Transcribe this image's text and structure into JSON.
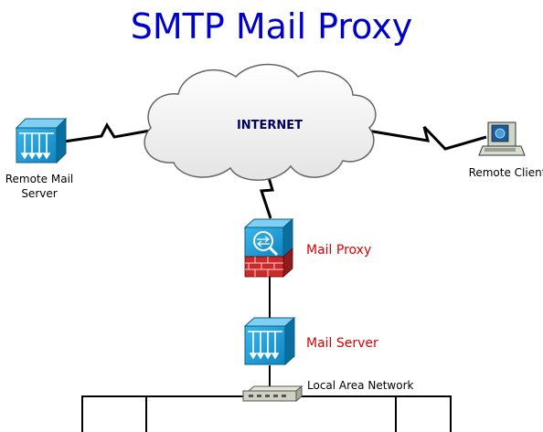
{
  "title": "SMTP Mail Proxy",
  "cloud_label": "INTERNET",
  "nodes": {
    "remote_mail_server": {
      "label_line1": "Remote Mail",
      "label_line2": "Server",
      "icon": "mail-server-icon"
    },
    "remote_client": {
      "label": "Remote Client",
      "icon": "workstation-icon"
    },
    "mail_proxy": {
      "label": "Mail Proxy",
      "icon": "firewall-proxy-icon"
    },
    "mail_server": {
      "label": "Mail Server",
      "icon": "mail-server-icon"
    },
    "lan_hub": {
      "label": "Local Area Network",
      "icon": "hub-icon"
    }
  },
  "colors": {
    "title": "#0000cc",
    "proxy_labels": "#dd0000",
    "device_blue": "#1a9fd8",
    "device_dark": "#0a5e86",
    "firewall_red": "#cc2a2a"
  }
}
